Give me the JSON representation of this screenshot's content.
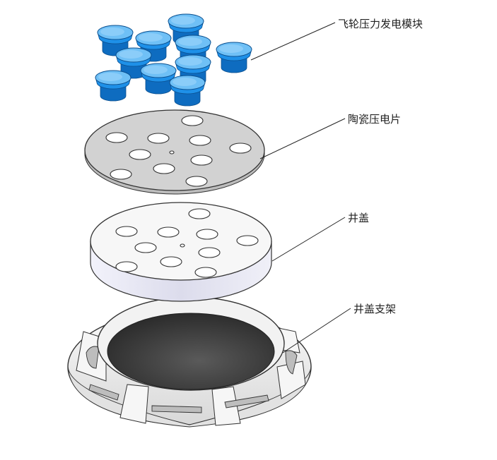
{
  "labels": {
    "flywheel_module": "飞轮压力发电模块",
    "ceramic_piezo": "陶瓷压电片",
    "manhole_cover": "井盖",
    "cover_frame": "井盖支架"
  },
  "colors": {
    "module_blue": "#1E90E8",
    "module_blue_dark": "#0E6CC0",
    "module_blue_light": "#6FC0F6",
    "ceramic_disc": "#D2D2D2",
    "cover_face": "#F4F4F4",
    "cover_rim": "#E3E3F0",
    "frame_body": "#EEEEEE",
    "frame_recess": "#3A3A3A",
    "outline": "#333333",
    "leader_line": "#222222"
  }
}
